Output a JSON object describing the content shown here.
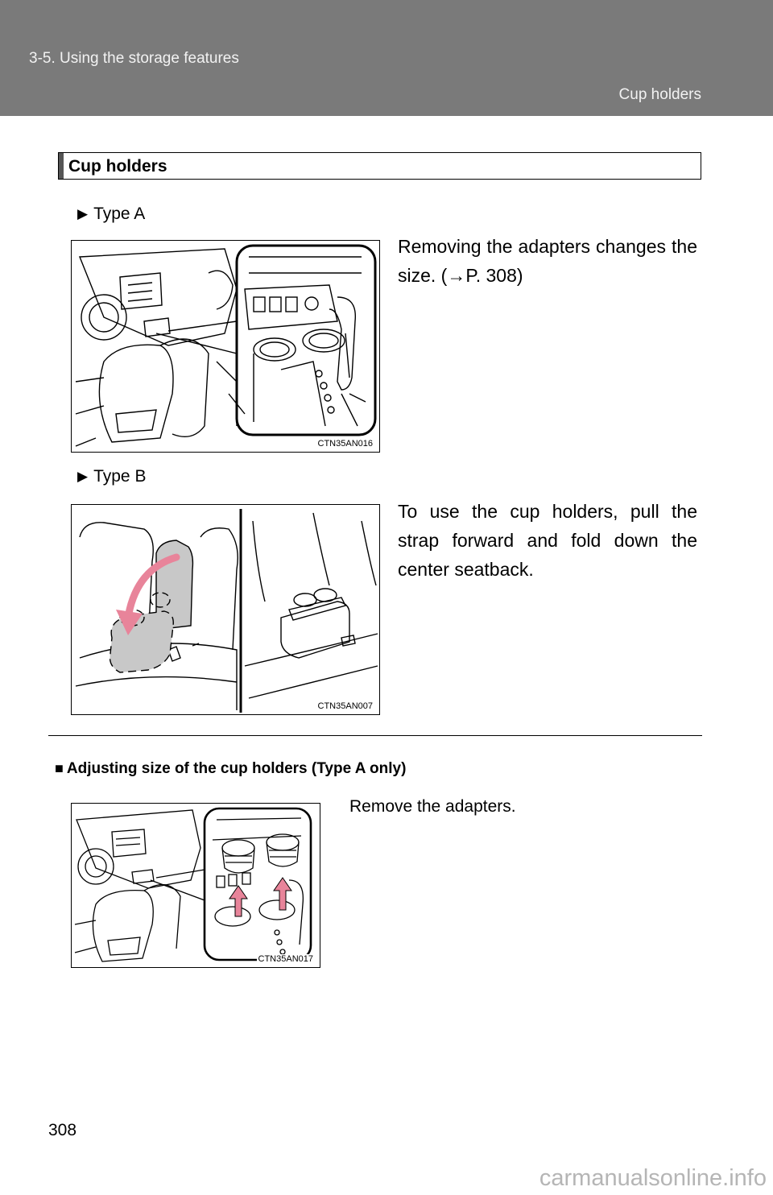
{
  "header": {
    "section": "3-5. Using the storage features",
    "subsection": "Cup holders"
  },
  "main": {
    "title": "Cup holders",
    "type_a": {
      "label": "Type A",
      "text": "Removing the adapters changes the size. (→P. 308)",
      "figure_code": "CTN35AN016"
    },
    "type_b": {
      "label": "Type B",
      "text": "To use the cup holders, pull the strap forward and fold down the center seatback.",
      "figure_code": "CTN35AN007"
    },
    "adjusting": {
      "heading": "Adjusting size of the cup holders (Type A only)",
      "text": "Remove the adapters.",
      "figure_code": "CTN35AN017"
    }
  },
  "footer": {
    "page_number": "308",
    "watermark": "carmanualsonline.info"
  },
  "colors": {
    "header_bg": "#7a7a7a",
    "arrow_pink": "#e8849a"
  },
  "icons": {
    "bullet": "triangle-right-icon",
    "heading_marker": "square-icon"
  }
}
